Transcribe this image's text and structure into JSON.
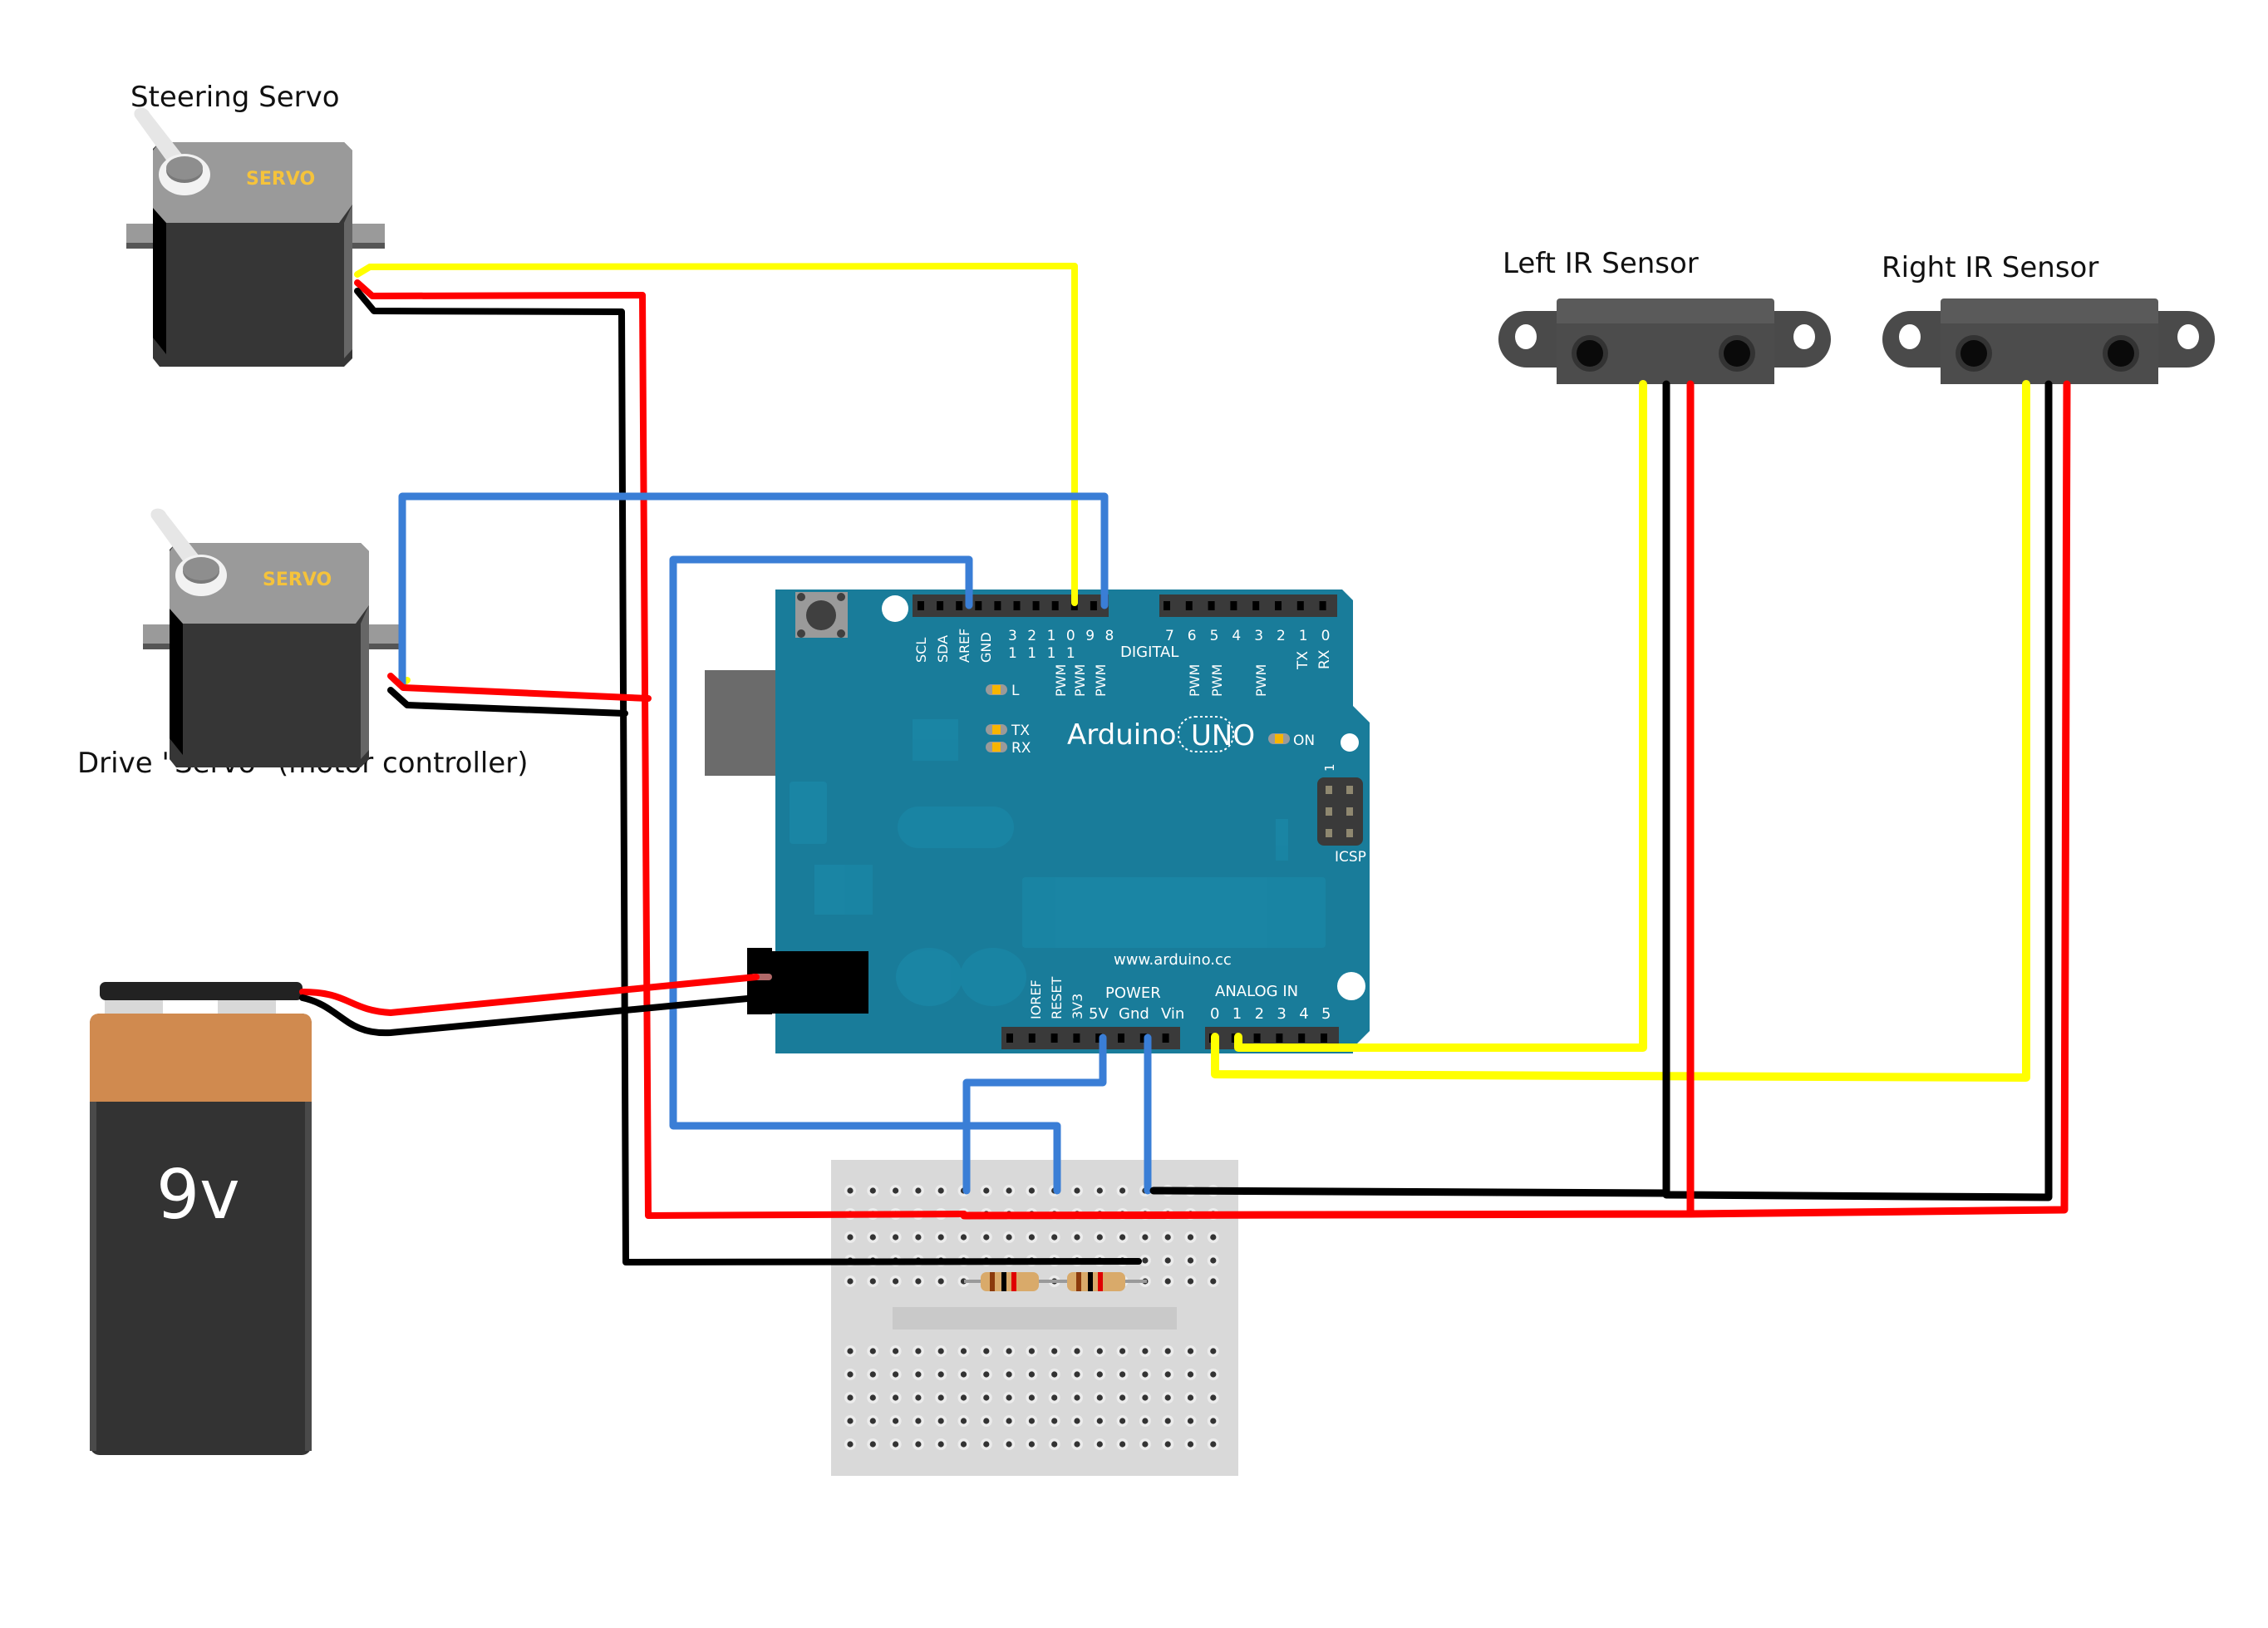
{
  "diagram": {
    "title": "Arduino robot car wiring",
    "labels": {
      "steering_servo": "Steering Servo",
      "drive_servo": "Drive \"Servo\" (motor controller)",
      "left_ir": "Left IR Sensor",
      "right_ir": "Right IR Sensor"
    },
    "servo_text": "SERVO",
    "battery": {
      "label": "9v"
    },
    "arduino": {
      "brand": "Arduino",
      "model": "UNO",
      "url": "www.arduino.cc",
      "on_label": "ON",
      "led_labels": [
        "L",
        "TX",
        "RX"
      ],
      "icsp": "ICSP",
      "icsp_pin1": "1",
      "digital_label": "DIGITAL",
      "power_label": "POWER",
      "analog_label": "ANALOG IN",
      "top_header_left": [
        "SCL",
        "SDA",
        "AREF",
        "GND"
      ],
      "top_digits_high": [
        "3",
        "2",
        "1",
        "0",
        "9",
        "8"
      ],
      "top_digits_high_sub": [
        "1",
        "1",
        "1",
        "1"
      ],
      "pwm": "PWM",
      "top_digits_low": [
        "7",
        "6",
        "5",
        "4",
        "3",
        "2",
        "1",
        "0"
      ],
      "tx": "TX",
      "rx": "RX",
      "power_pins_rot": [
        "IOREF",
        "RESET",
        "3V3"
      ],
      "power_pins": [
        "5V",
        "Gnd",
        "Vin"
      ],
      "analog_pins": [
        "0",
        "1",
        "2",
        "3",
        "4",
        "5"
      ]
    },
    "colors": {
      "board": "#197c9a",
      "wire_yellow": "#ffff00",
      "wire_red": "#ff0000",
      "wire_black": "#000000",
      "wire_blue": "#3a7ed6",
      "battery_top": "#d08a4f",
      "battery_body": "#333333",
      "servo_body": "#363636",
      "servo_top": "#9a9a9a",
      "servo_text": "#f5c33b",
      "breadboard": "#d9d9d9"
    }
  }
}
